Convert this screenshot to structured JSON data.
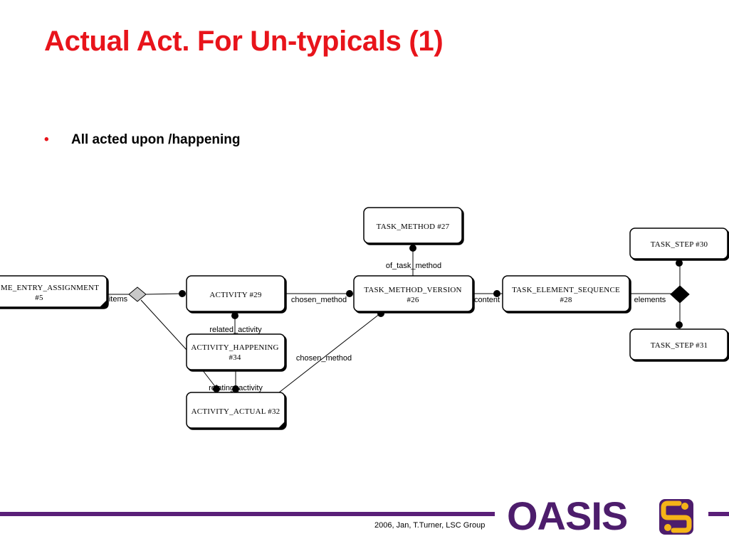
{
  "slide": {
    "title": "Actual Act. For Un-typicals (1)",
    "bullets": [
      {
        "marker": "•",
        "text": "All acted upon /happening"
      }
    ]
  },
  "diagram": {
    "nodes": {
      "schedule_entry": {
        "line1": "ME_ENTRY_ASSIGNMENT",
        "line2": "#5"
      },
      "activity": {
        "line1": "ACTIVITY #29"
      },
      "activity_happening": {
        "line1": "ACTIVITY_HAPPENING",
        "line2": "#34"
      },
      "activity_actual": {
        "line1": "ACTIVITY_ACTUAL #32"
      },
      "task_method": {
        "line1": "TASK_METHOD #27"
      },
      "task_method_version": {
        "line1": "TASK_METHOD_VERSION",
        "line2": "#26"
      },
      "task_element_sequence": {
        "line1": "TASK_ELEMENT_SEQUENCE",
        "line2": "#28"
      },
      "task_step_30": {
        "line1": "TASK_STEP #30"
      },
      "task_step_31": {
        "line1": "TASK_STEP #31"
      }
    },
    "edge_labels": {
      "items": "items",
      "chosen_method_1": "chosen_method",
      "of_task_method": "of_task_method",
      "content": "content",
      "elements": "elements",
      "related_activity": "related_activity",
      "chosen_method_2": "chosen_method",
      "relating_activity": "relating_activity"
    }
  },
  "footer": {
    "credit": "2006, Jan, T.Turner, LSC Group",
    "logo": {
      "text": "OASIS",
      "icon": "oasis-emblem-icon"
    }
  },
  "colors": {
    "title": "#e8141b",
    "bullet_marker": "#e8141b",
    "footer_bar": "#5a1f78",
    "logo_text": "#4d1d6c",
    "logo_emblem": "#f5b418"
  }
}
